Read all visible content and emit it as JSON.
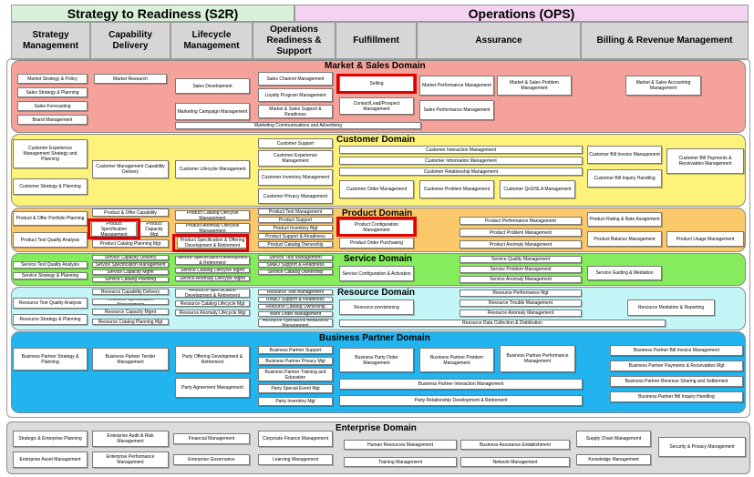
{
  "headers": {
    "s2r": "Strategy to Readiness (S2R)",
    "ops": "Operations (OPS)"
  },
  "columns": [
    "Strategy Management",
    "Capability Delivery",
    "Lifecycle Management",
    "Operations Readiness & Support",
    "Fulfillment",
    "Assurance",
    "Billing & Revenue Management"
  ],
  "domains": {
    "market": "Market & Sales Domain",
    "customer": "Customer Domain",
    "product": "Product Domain",
    "service": "Service Domain",
    "resource": "Resource Domain",
    "partner": "Business Partner Domain",
    "enterprise": "Enterprise Domain"
  },
  "colors": {
    "market": "#f5a39a",
    "customer": "#fdf27a",
    "product": "#fbc96a",
    "service": "#86ec5e",
    "resource": "#c4f5f7",
    "partner": "#22b4ee",
    "enterprise": "#dcdcdc",
    "s2r_header": "#d9f0d9",
    "ops_header": "#f3d3f0",
    "highlight": "#e00000"
  },
  "boxes": {
    "market_strategy_policy": "Market Strategy & Policy",
    "sales_strategy_planning": "Sales Strategy & Planning",
    "sales_forecasting": "Sales Forecasting",
    "brand_management": "Brand Management",
    "market_research": "Market Research",
    "sales_development": "Sales Development",
    "marketing_campaign_mgmt": "Marketing Campaign Management",
    "sales_channel_mgmt": "Sales Channel Management",
    "loyalty_program_mgmt": "Loyalty Program Management",
    "market_sales_support": "Market & Sales Support & Readiness",
    "marketing_comms": "Marketing Communications and Advertising",
    "selling": "Selling",
    "contact_lead_prospect": "Contact/Lead/Prospect Management",
    "market_performance_mgmt": "Market Performance Management",
    "sales_performance_mgmt": "Sales Performance Management",
    "market_sales_problem_mgmt": "Market & Sales Problem Management",
    "market_sales_accounting": "Market & Sales Accounting Management",
    "cust_exp_strategy": "Customer Experience Management Strategy and Planning",
    "cust_strategy_planning": "Customer Strategy & Planning",
    "cust_mgmt_capability": "Customer Management Capability Delivery",
    "cust_lifecycle_mgmt": "Customer Lifecycle Management",
    "customer_support": "Customer Support",
    "cust_exp_mgmt": "Customer Experience Management",
    "cust_inventory_mgmt": "Customer Inventory Management",
    "cust_privacy_mgmt": "Customer Privacy Management",
    "cust_interaction_mgmt": "Customer Interaction Management",
    "cust_information_mgmt": "Customer Information Management",
    "cust_relationship_mgmt": "Customer Relationship Management",
    "cust_order_mgmt": "Customer Order Management",
    "cust_problem_mgmt": "Customer Problem Management",
    "cust_qos_sla_mgmt": "Customer QoS/SLA Management",
    "cust_bill_invoice": "Customer Bill Invoice Management",
    "cust_bill_payments": "Customer Bill Payments & Receivables Management",
    "cust_bill_inquiry": "Customer Bill Inquiry Handling",
    "product_offer_portfolio": "Product & Offer Portfolio Planning",
    "product_test_quality": "Product Test Quality Analysis",
    "product_offer_capability": "Product & Offer Capability",
    "product_spec_mgmt": "Product Specification Management",
    "product_capacity_mgmt": "Product Capacity Mgt",
    "product_catalog_planning": "Product Catalog Planning Mgt",
    "product_catalog_lifecycle": "Product Catalog Lifecycle Management",
    "product_anomaly_lifecycle": "Product Anomaly Lifecycle Management",
    "product_spec_offering_dev": "Product Specification & Offering Development & Retirement",
    "product_test_mgmt": "Product Test Management",
    "product_support": "Product Support",
    "product_inventory_mgt": "Product Inventory Mgt",
    "product_support_readiness": "Product Support & Readiness",
    "product_catalog_ownership": "Product Catalog Ownership",
    "product_config_mgmt": "Product Configuration Management",
    "product_order_purchasing": "Product Order Purchasing",
    "product_performance_mgmt": "Product Performance Management",
    "product_problem_mgmt": "Product Problem Management",
    "product_anomaly_mgmt": "Product Anomaly Management",
    "product_rating_rate": "Product Rating & Rate Assignment",
    "product_balance_mgmt": "Product Balance Management",
    "product_usage_mgmt": "Product Usage Management",
    "service_test_quality": "Service Test Quality Analysis",
    "service_strategy_planning": "Service Strategy & Planning",
    "service_capacity_delivery": "Service Capacity Delivery",
    "service_spec_mgmt": "Service Specification Management",
    "service_capacity_mgmt": "Service Capacity Mgmt",
    "service_catalog_planning": "Service Catalog Planning",
    "service_spec_dev": "Service Specification Development & Retirement",
    "service_catalog_lifecycle": "Service Catalog Lifecycle Mgmt",
    "service_anomaly_lifecycle": "Service Anomaly Lifecycle Mgmt",
    "service_test_mgmt": "Service Test Management",
    "service_support_readiness": "SM&O Support & Readiness",
    "service_catalog_ownership": "Service Catalog Ownership",
    "service_config_activation": "Service Configuration & Activation",
    "service_quality_mgmt": "Service Quality Management",
    "service_problem_mgmt": "Service Problem Management",
    "service_anomaly_mgmt": "Service Anomaly Management",
    "service_guiding_mediation": "Service Guiding & Mediation",
    "resource_test_quality": "Resource Test Quality Analysis",
    "resource_strategy_planning": "Resource Strategy & Planning",
    "resource_capability_delivery": "Resource Capability Delivery",
    "resource_spec_mgmt": "Resource Specification Management",
    "resource_capacity_mgmt": "Resource Capacity Mgmt",
    "resource_catalog_planning": "Resource Catalog Planning Mgt",
    "resource_spec_dev": "Resource Specification Development & Retirement",
    "resource_catalog_lifecycle": "Resource Catalog Lifecycle Mgt",
    "resource_anomaly_lifecycle": "Resource Anomaly Lifecycle Mgt",
    "resource_test_mgmt": "Resource Test Management",
    "rmo_support_readiness": "RM&O Support & Readiness",
    "resource_catalog_ownership": "Resource Catalog Ownership",
    "workforce_mgmt": "Work Order Management",
    "resource_ops_readiness": "Resource Operations Readiness Management",
    "resource_provisioning": "Resource provisioning",
    "resource_performance_mgt": "Resource Performance Mgt",
    "resource_trouble_mgmt": "Resource Trouble Management",
    "resource_anomaly_mgmt": "Resource Anomaly Management",
    "resource_data_collection": "Resource Data Collection & Distribution",
    "resource_mediation_reporting": "Resource Mediation & Reporting",
    "bp_strategy_planning": "Business Partner Strategy & Planning",
    "bp_tender_mgmt": "Business Partner Tender Management",
    "party_offering_dev": "Party Offering Development & Retirement",
    "party_agreement_mgmt": "Party Agreement Management",
    "bp_support": "Business Partner Support",
    "bp_privacy_mgt": "Business Partner Privacy Mgt",
    "bp_training": "Business Partner Training and Education",
    "party_special_event": "Party Special Event Mgt",
    "party_inventory_mgt": "Party Inventory Mgt",
    "bp_order_mgmt": "Business Party Order Management",
    "bp_problem_mgmt": "Business Partner Problem Management",
    "bp_performance_mgmt": "Business Partner Performance Management",
    "bp_interaction_mgmt": "Business Partner Interaction Management",
    "party_relationship_dev": "Party Relationship Development & Retirement",
    "bp_bill_invoice": "Business Partner Bill Invoice Management",
    "bp_payments_receivables": "Business Partner Payments & Receivables Mgt",
    "bp_revenue_sharing": "Business Partner Revenue Sharing and Settlement",
    "bp_bill_inquiry": "Business Partner Bill Inquiry Handling",
    "strategic_enterprise_planning": "Strategic & Enterprise Planning",
    "enterprise_asset_mgmt": "Enterprise Asset Management",
    "enterprise_audit_risk": "Enterprise Audit & Risk Management",
    "enterprise_performance_mgmt": "Enterprise Performance Management",
    "financial_mgmt": "Financial Management",
    "enterprise_governance": "Enterprise Governance",
    "corporate_finance_mgmt": "Corporate Finance Management",
    "learning_mgmt": "Learning Management",
    "human_resources_mgmt": "Human Resources Management",
    "training_mgmt": "Training Management",
    "business_assurance": "Business Assurance Establishment",
    "network_mgmt": "Network Management",
    "supply_chain_mgmt": "Supply Chain Management",
    "knowledge_mgmt": "Knowledge Management",
    "security_privacy_mgmt": "Security & Privacy Management"
  }
}
